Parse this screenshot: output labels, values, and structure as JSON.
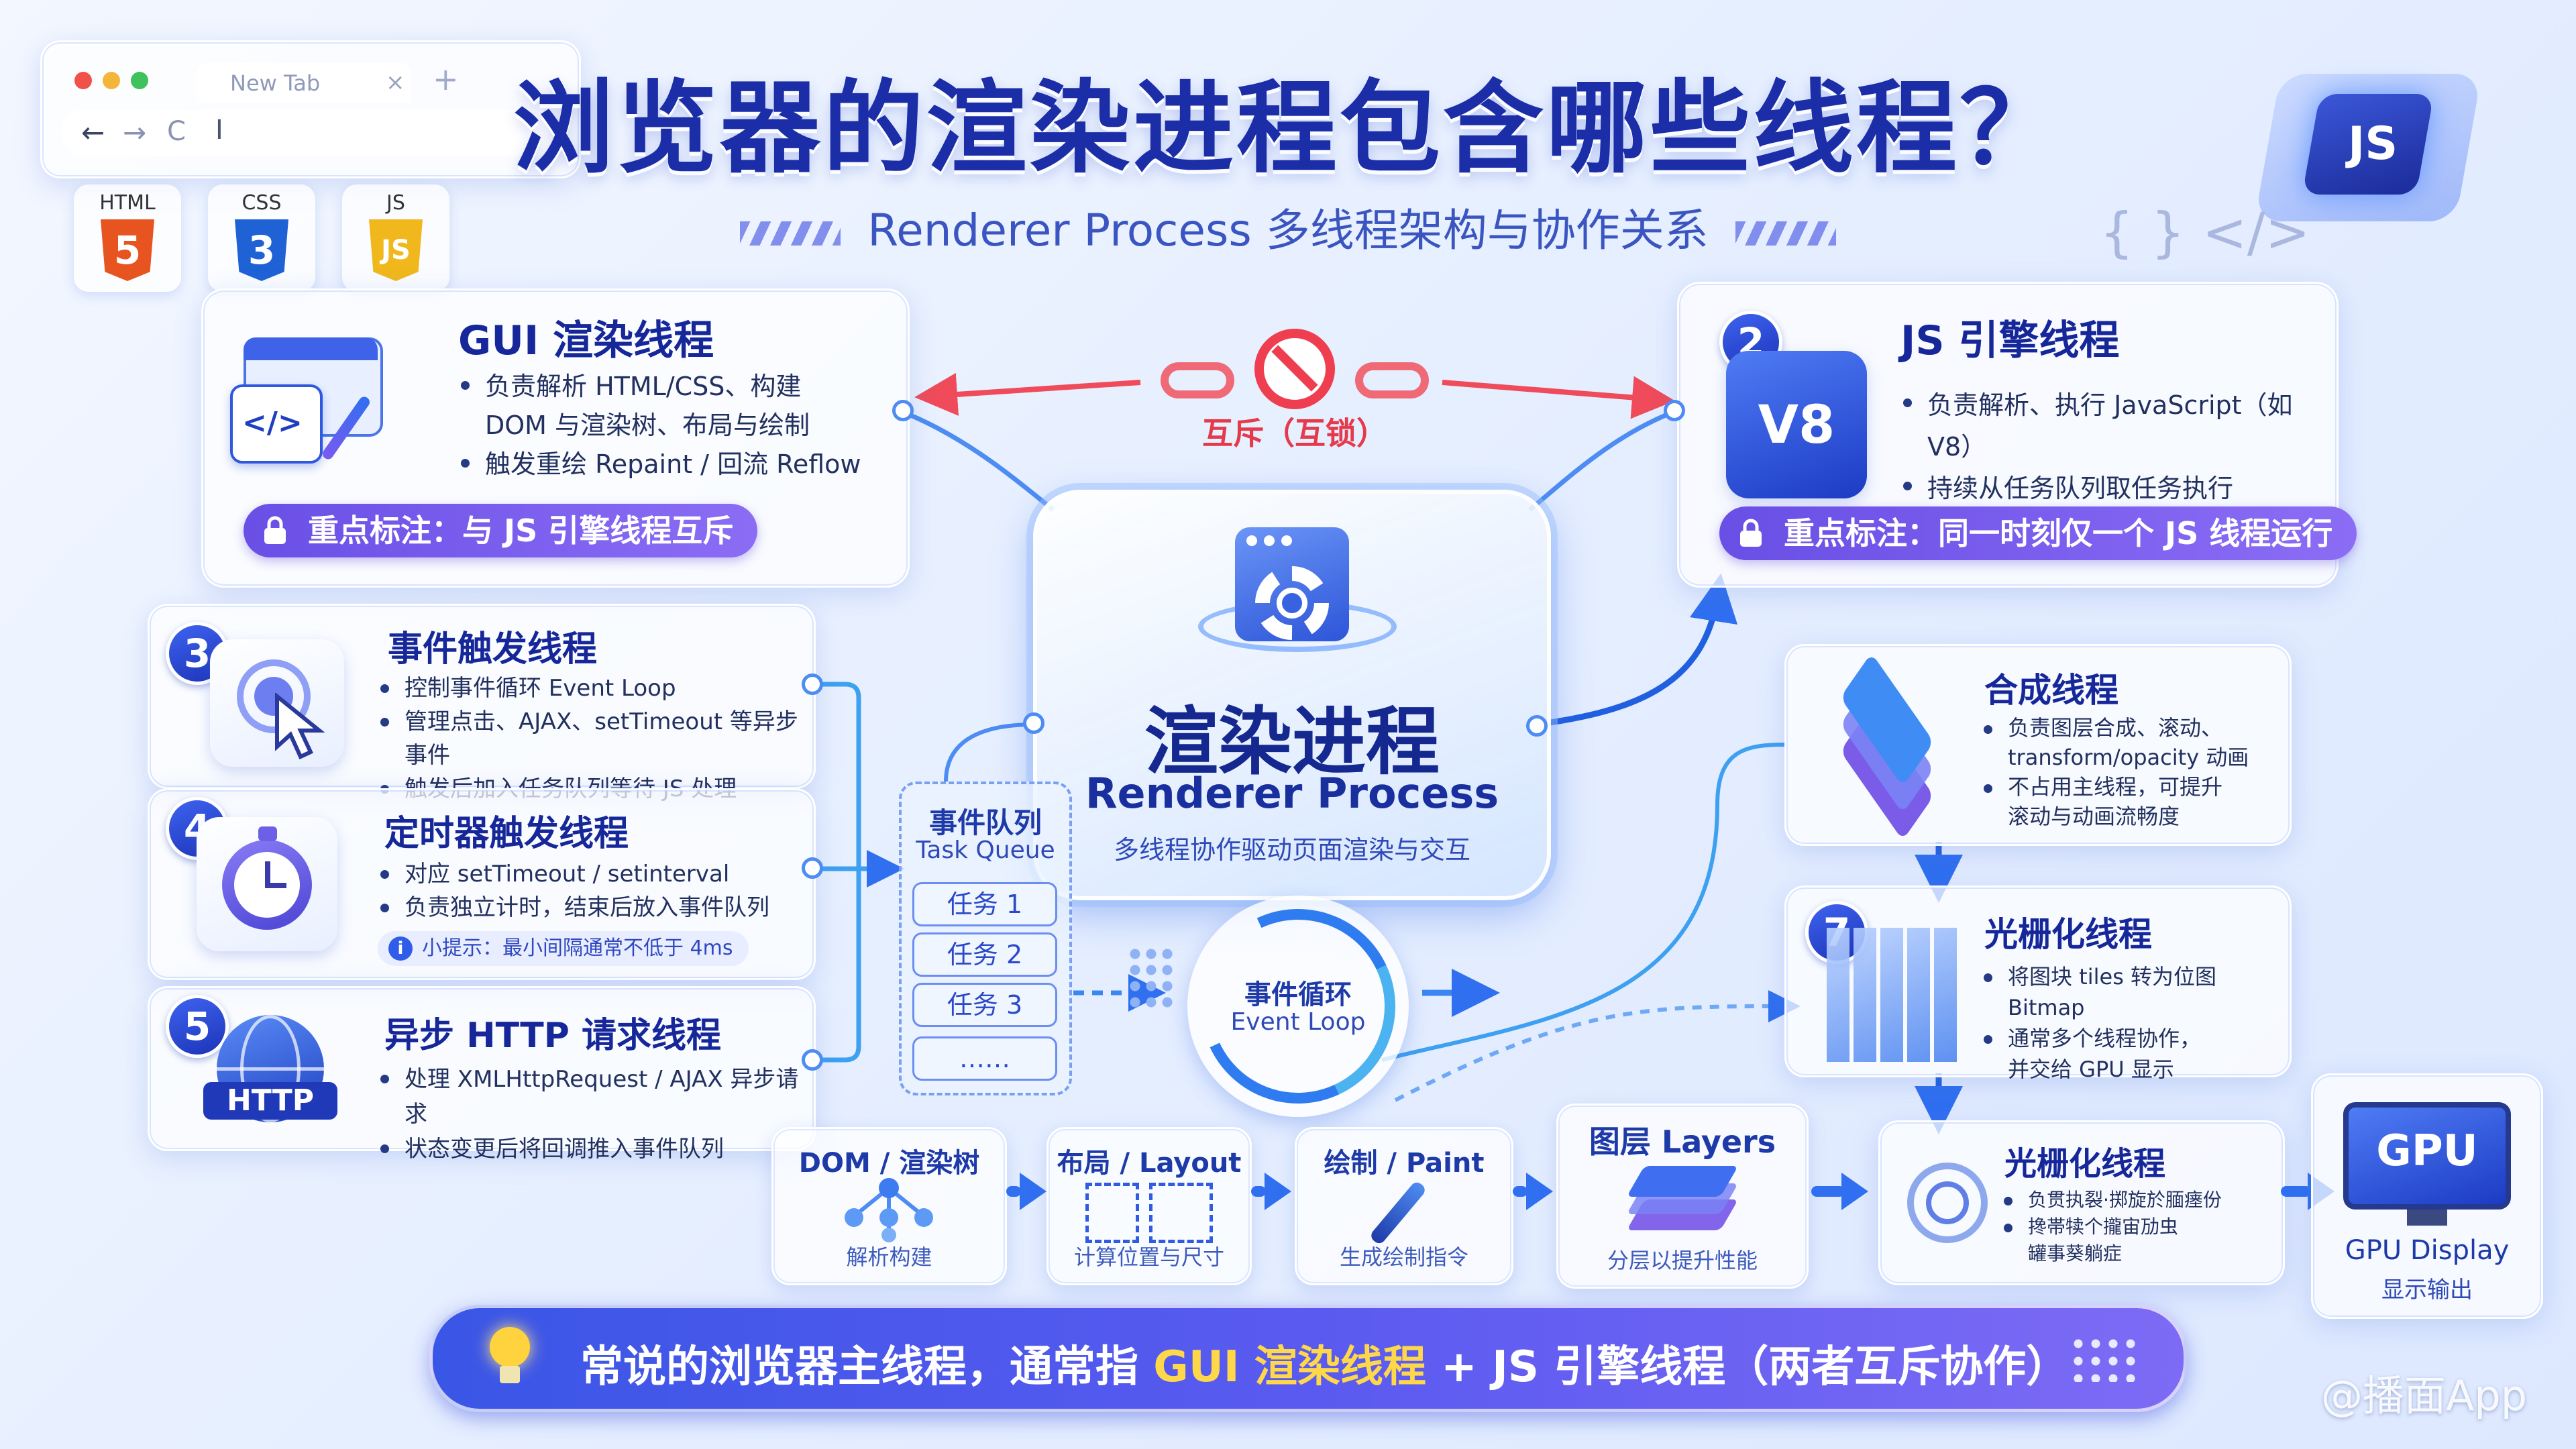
{
  "browser": {
    "tab_label": "New Tab",
    "tab_close": "×",
    "new_tab": "+",
    "back": "←",
    "forward": "→",
    "reload": "C",
    "address": "I"
  },
  "tech_badges": [
    {
      "label": "HTML",
      "glyph": "5",
      "color": "#e8541f"
    },
    {
      "label": "CSS",
      "glyph": "3",
      "color": "#1f62d6"
    },
    {
      "label": "JS",
      "glyph": "JS",
      "color": "#f0b81c"
    }
  ],
  "title": "浏览器的渲染进程包含哪些线程？",
  "subtitle": "Renderer Process 多线程架构与协作关系",
  "gui_thread": {
    "title": "GUI 渲染线程",
    "bullets": [
      "负责解析 HTML/CSS、构建",
      "DOM 与渲染树、布局与绘制",
      "触发重绘 Repaint / 回流 Reflow"
    ],
    "badge": "重点标注：与 JS 引擎线程互斥"
  },
  "mutex_label": "互斥（互锁）",
  "js_thread": {
    "number": "2",
    "icon_text": "V8",
    "title": "JS 引擎线程",
    "bullets": [
      "负责解析、执行 JavaScript（如 V8）",
      "持续从任务队列取任务执行"
    ],
    "badge": "重点标注：同一时刻仅一个 JS 线程运行"
  },
  "renderer": {
    "title_cn": "渲染进程",
    "title_en": "Renderer Process",
    "caption": "多线程协作驱动页面渲染与交互"
  },
  "event_thread": {
    "number": "3",
    "title": "事件触发线程",
    "bullets": [
      "控制事件循环 Event Loop",
      "管理点击、AJAX、setTimeout 等异步事件",
      "触发后加入任务队列等待 JS 处理"
    ]
  },
  "timer_thread": {
    "number": "4",
    "title": "定时器触发线程",
    "bullets": [
      "对应 setTimeout / setinterval",
      "负责独立计时，结束后放入事件队列"
    ],
    "tip": "小提示：最小间隔通常不低于 4ms"
  },
  "http_thread": {
    "number": "5",
    "icon_text": "HTTP",
    "title": "异步 HTTP 请求线程",
    "bullets": [
      "处理 XMLHttpRequest / AJAX 异步请求",
      "状态变更后将回调推入事件队列"
    ]
  },
  "task_queue": {
    "title_cn": "事件队列",
    "title_en": "Task Queue",
    "items": [
      "任务 1",
      "任务 2",
      "任务 3",
      "……"
    ]
  },
  "event_loop": {
    "title_cn": "事件循环",
    "title_en": "Event Loop"
  },
  "composite_thread": {
    "title": "合成线程",
    "bullets": [
      "负责图层合成、滚动、",
      "transform/opacity 动画",
      "不占用主线程，可提升",
      "滚动与动画流畅度"
    ]
  },
  "raster_thread": {
    "number": "7",
    "title": "光栅化线程",
    "bullets": [
      "将图块 tiles 转为位图 Bitmap",
      "通常多个线程协作，",
      "并交给 GPU 显示"
    ]
  },
  "raster_thread2": {
    "title": "光栅化线程",
    "bullets": [
      "负贯执裂·掷旋於腼瘗份",
      "搀帯犊个攏宙劢虫",
      "罐事葵躺症"
    ]
  },
  "pipeline": [
    {
      "title": "DOM / 渲染树",
      "sub": "解析构建"
    },
    {
      "title": "布局 / Layout",
      "sub": "计算位置与尺寸"
    },
    {
      "title": "绘制 / Paint",
      "sub": "生成绘制指令"
    },
    {
      "title": "图层  Layers",
      "sub": "分层以提升性能"
    }
  ],
  "gpu": {
    "chip": "GPU",
    "title": "GPU Display",
    "sub": "显示输出"
  },
  "bottom_banner": {
    "prefix": "常说的浏览器主线程，通常指 ",
    "highlight": "GUI 渲染线程",
    "suffix": " + JS 引擎线程（两者互斥协作）"
  },
  "watermark": "@播面App",
  "chip_label": "JS",
  "code_glyph": "{ } </>"
}
